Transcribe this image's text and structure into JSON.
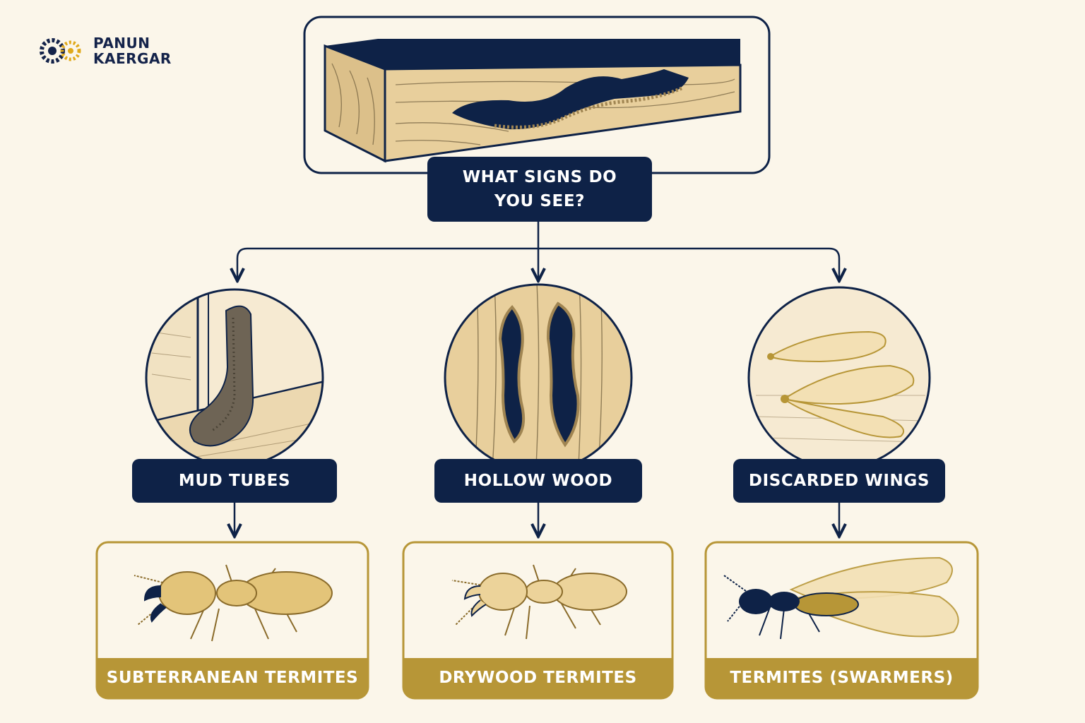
{
  "brand": {
    "line1": "PANUN",
    "line2": "KAERGAR"
  },
  "question": {
    "line1": "WHAT SIGNS DO",
    "line2": "YOU SEE?"
  },
  "signs": [
    {
      "label": "MUD TUBES",
      "result": "SUBTERRANEAN TERMITES"
    },
    {
      "label": "HOLLOW WOOD",
      "result": "DRYWOOD TERMITES"
    },
    {
      "label": "DISCARDED WINGS",
      "result": "TERMITES (SWARMERS)"
    }
  ],
  "colors": {
    "navy": "#0e2247",
    "gold": "#b79637",
    "wood": "#e8cf9c",
    "background": "#fbf6ea"
  },
  "icons": [
    "gear-logo-icon",
    "damaged-wood-beam-icon",
    "mud-tube-icon",
    "hollow-wood-icon",
    "discarded-wings-icon",
    "subterranean-termite-icon",
    "drywood-termite-icon",
    "swarmer-termite-icon"
  ]
}
